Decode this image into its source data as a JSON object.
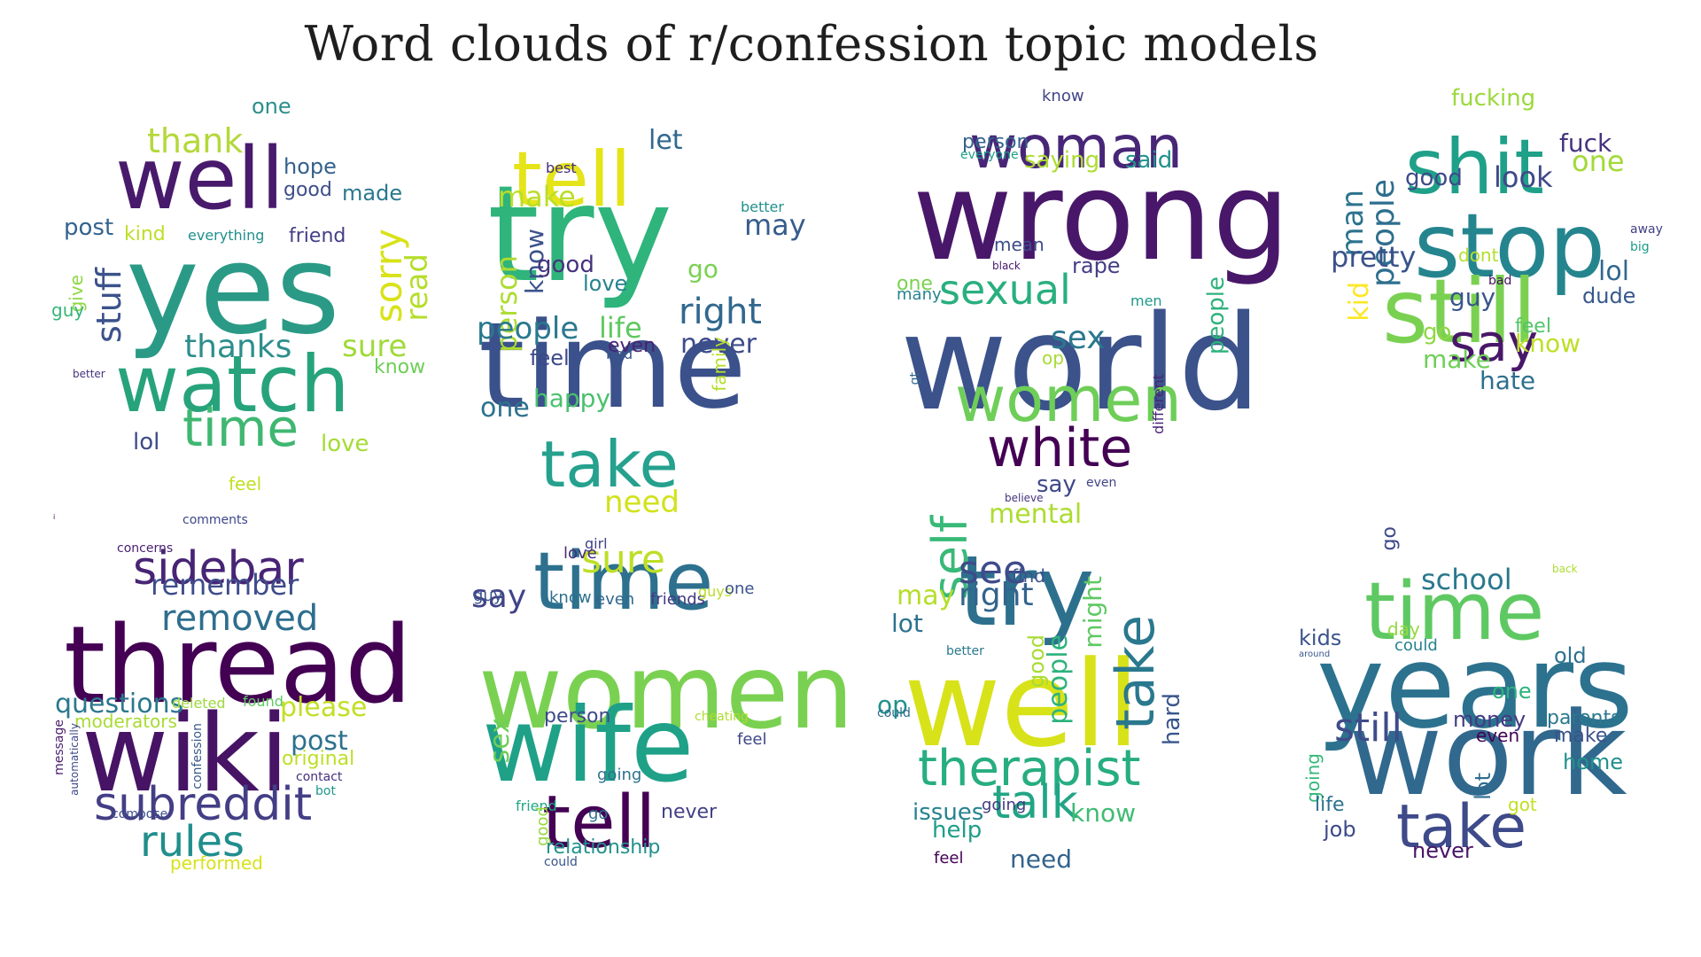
{
  "title": "Word clouds of r/confession topic models",
  "clouds": [
    {
      "words": [
        {
          "t": "yes",
          "c": "#2a9a86"
        },
        {
          "t": "well",
          "c": "#481a6c"
        },
        {
          "t": "watch",
          "c": "#27a37c"
        },
        {
          "t": "time",
          "c": "#3fb771"
        },
        {
          "t": "thank",
          "c": "#b4d83a"
        },
        {
          "t": "one",
          "c": "#2b8f8b"
        },
        {
          "t": "hope",
          "c": "#34618d"
        },
        {
          "t": "good",
          "c": "#3d4e8a"
        },
        {
          "t": "made",
          "c": "#2a788e"
        },
        {
          "t": "post",
          "c": "#33638d"
        },
        {
          "t": "kind",
          "c": "#bddf26"
        },
        {
          "t": "everything",
          "c": "#21908c"
        },
        {
          "t": "friend",
          "c": "#433e85"
        },
        {
          "t": "sorry",
          "c": "#d8e219"
        },
        {
          "t": "read",
          "c": "#b5de2b"
        },
        {
          "t": "stuff",
          "c": "#3b528b"
        },
        {
          "t": "give",
          "c": "#8fd744"
        },
        {
          "t": "guy",
          "c": "#35b779"
        },
        {
          "t": "thanks",
          "c": "#2c8e8c"
        },
        {
          "t": "sure",
          "c": "#a0da39"
        },
        {
          "t": "know",
          "c": "#6ece58"
        },
        {
          "t": "better",
          "c": "#46327e"
        },
        {
          "t": "lol",
          "c": "#3e4a89"
        },
        {
          "t": "love",
          "c": "#a5db36"
        },
        {
          "t": "feel",
          "c": "#c2df23"
        }
      ]
    },
    {
      "words": [
        {
          "t": "try",
          "c": "#2fb47c"
        },
        {
          "t": "tell",
          "c": "#e5e419"
        },
        {
          "t": "time",
          "c": "#3b518b"
        },
        {
          "t": "take",
          "c": "#25a18e"
        },
        {
          "t": "let",
          "c": "#31688e"
        },
        {
          "t": "best",
          "c": "#472f7d"
        },
        {
          "t": "make",
          "c": "#bade28"
        },
        {
          "t": "better",
          "c": "#21918c"
        },
        {
          "t": "may",
          "c": "#365d8d"
        },
        {
          "t": "know",
          "c": "#3b528b"
        },
        {
          "t": "good",
          "c": "#46327e"
        },
        {
          "t": "go",
          "c": "#7ad151"
        },
        {
          "t": "love",
          "c": "#26828e"
        },
        {
          "t": "person",
          "c": "#addc30"
        },
        {
          "t": "right",
          "c": "#31688e"
        },
        {
          "t": "people",
          "c": "#2a788e"
        },
        {
          "t": "life",
          "c": "#5ec962"
        },
        {
          "t": "feel",
          "c": "#3e4989"
        },
        {
          "t": "even",
          "c": "#482374"
        },
        {
          "t": "bad",
          "c": "#38588c"
        },
        {
          "t": "never",
          "c": "#3e4c8a"
        },
        {
          "t": "family",
          "c": "#b5de2b"
        },
        {
          "t": "one",
          "c": "#2c728e"
        },
        {
          "t": "happy",
          "c": "#4ac16d"
        },
        {
          "t": "need",
          "c": "#d2e21b"
        }
      ]
    },
    {
      "words": [
        {
          "t": "wrong",
          "c": "#481769"
        },
        {
          "t": "world",
          "c": "#3b528b"
        },
        {
          "t": "woman",
          "c": "#482677"
        },
        {
          "t": "women",
          "c": "#6ece58"
        },
        {
          "t": "white",
          "c": "#440154"
        },
        {
          "t": "sexual",
          "c": "#29af7f"
        },
        {
          "t": "know",
          "c": "#414487"
        },
        {
          "t": "person",
          "c": "#33638d"
        },
        {
          "t": "everyone",
          "c": "#1fa088"
        },
        {
          "t": "saying",
          "c": "#addc30"
        },
        {
          "t": "said",
          "c": "#21918c"
        },
        {
          "t": "mean",
          "c": "#3e4c8a"
        },
        {
          "t": "black",
          "c": "#48186a"
        },
        {
          "t": "rape",
          "c": "#433e85"
        },
        {
          "t": "one",
          "c": "#7ad151"
        },
        {
          "t": "many",
          "c": "#26828e"
        },
        {
          "t": "men",
          "c": "#1f998a"
        },
        {
          "t": "people",
          "c": "#2db27d"
        },
        {
          "t": "sex",
          "c": "#2a788e"
        },
        {
          "t": "op",
          "c": "#a8db34"
        },
        {
          "t": "gt",
          "c": "#31688e"
        },
        {
          "t": "different",
          "c": "#482475"
        },
        {
          "t": "say",
          "c": "#3f4889"
        },
        {
          "t": "even",
          "c": "#414487"
        },
        {
          "t": "believe",
          "c": "#46337f"
        }
      ]
    },
    {
      "words": [
        {
          "t": "stop",
          "c": "#25858e"
        },
        {
          "t": "shit",
          "c": "#1fa088"
        },
        {
          "t": "still",
          "c": "#7ad151"
        },
        {
          "t": "say",
          "c": "#481769"
        },
        {
          "t": "fucking",
          "c": "#9bd93c"
        },
        {
          "t": "fuck",
          "c": "#46337f"
        },
        {
          "t": "one",
          "c": "#a2da37"
        },
        {
          "t": "good",
          "c": "#3e4989"
        },
        {
          "t": "look",
          "c": "#3e4a89"
        },
        {
          "t": "people",
          "c": "#2e6e8e"
        },
        {
          "t": "man",
          "c": "#2c738e"
        },
        {
          "t": "pretty",
          "c": "#3b528b"
        },
        {
          "t": "dont",
          "c": "#b5de2b"
        },
        {
          "t": "away",
          "c": "#424086"
        },
        {
          "t": "big",
          "c": "#1e9c89"
        },
        {
          "t": "kid",
          "c": "#fde725"
        },
        {
          "t": "lol",
          "c": "#31688e"
        },
        {
          "t": "dude",
          "c": "#38588c"
        },
        {
          "t": "guy",
          "c": "#39568c"
        },
        {
          "t": "bad",
          "c": "#471063"
        },
        {
          "t": "go",
          "c": "#8fd744"
        },
        {
          "t": "feel",
          "c": "#52c569"
        },
        {
          "t": "know",
          "c": "#bddf26"
        },
        {
          "t": "make",
          "c": "#6ece58"
        },
        {
          "t": "hate",
          "c": "#2d708e"
        }
      ]
    },
    {
      "words": [
        {
          "t": "thread",
          "c": "#440154"
        },
        {
          "t": "wiki",
          "c": "#471365"
        },
        {
          "t": "sidebar",
          "c": "#482475"
        },
        {
          "t": "subreddit",
          "c": "#433e85"
        },
        {
          "t": "rules",
          "c": "#218e8d"
        },
        {
          "t": "removed",
          "c": "#2e6e8e"
        },
        {
          "t": "remember",
          "c": "#3e4c8a"
        },
        {
          "t": "comments",
          "c": "#3f4788"
        },
        {
          "t": "concerns",
          "c": "#481f70"
        },
        {
          "t": "questions",
          "c": "#2a788e"
        },
        {
          "t": "deleted",
          "c": "#9bd93c"
        },
        {
          "t": "found",
          "c": "#5ec962"
        },
        {
          "t": "please",
          "c": "#c2df23"
        },
        {
          "t": "moderators",
          "c": "#a8db34"
        },
        {
          "t": "post",
          "c": "#2d718e"
        },
        {
          "t": "original",
          "c": "#bddf26"
        },
        {
          "t": "message",
          "c": "#481c6e"
        },
        {
          "t": "automatically",
          "c": "#3e4989"
        },
        {
          "t": "confession",
          "c": "#38588c"
        },
        {
          "t": "contact",
          "c": "#46307e"
        },
        {
          "t": "bot",
          "c": "#1f968b"
        },
        {
          "t": "compose",
          "c": "#3d4e8a"
        },
        {
          "t": "performed",
          "c": "#d8e219"
        },
        {
          "t": "i",
          "c": "#440154"
        }
      ]
    },
    {
      "words": [
        {
          "t": "women",
          "c": "#7ad151"
        },
        {
          "t": "wife",
          "c": "#1fa188"
        },
        {
          "t": "time",
          "c": "#2d718e"
        },
        {
          "t": "tell",
          "c": "#440154"
        },
        {
          "t": "sure",
          "c": "#bddf26"
        },
        {
          "t": "say",
          "c": "#414487"
        },
        {
          "t": "girl",
          "c": "#414487"
        },
        {
          "t": "love",
          "c": "#472c7a"
        },
        {
          "t": "guy",
          "c": "#3b528b"
        },
        {
          "t": "know",
          "c": "#2d708e"
        },
        {
          "t": "even",
          "c": "#31688e"
        },
        {
          "t": "friends",
          "c": "#443a83"
        },
        {
          "t": "guys",
          "c": "#b8de29"
        },
        {
          "t": "one",
          "c": "#3b528b"
        },
        {
          "t": "sex",
          "c": "#6ece58"
        },
        {
          "t": "person",
          "c": "#3e4a89"
        },
        {
          "t": "cheating",
          "c": "#addc30"
        },
        {
          "t": "feel",
          "c": "#3f4788"
        },
        {
          "t": "going",
          "c": "#2c728e"
        },
        {
          "t": "friend",
          "c": "#22a785"
        },
        {
          "t": "good",
          "c": "#95d840"
        },
        {
          "t": "go",
          "c": "#2e6f8e"
        },
        {
          "t": "never",
          "c": "#424186"
        },
        {
          "t": "relationship",
          "c": "#21918c"
        },
        {
          "t": "could",
          "c": "#39568c"
        }
      ]
    },
    {
      "words": [
        {
          "t": "try",
          "c": "#2d708e"
        },
        {
          "t": "well",
          "c": "#d8e219"
        },
        {
          "t": "self",
          "c": "#38b977"
        },
        {
          "t": "therapist",
          "c": "#27ad81"
        },
        {
          "t": "talk",
          "c": "#21a585"
        },
        {
          "t": "take",
          "c": "#2a788e"
        },
        {
          "t": "see",
          "c": "#3e4c8a"
        },
        {
          "t": "right",
          "c": "#33638d"
        },
        {
          "t": "mental",
          "c": "#addc30"
        },
        {
          "t": "find",
          "c": "#3b528b"
        },
        {
          "t": "might",
          "c": "#5ec962"
        },
        {
          "t": "may",
          "c": "#b5de2b"
        },
        {
          "t": "lot",
          "c": "#2c728e"
        },
        {
          "t": "better",
          "c": "#2a788e"
        },
        {
          "t": "good",
          "c": "#a8db34"
        },
        {
          "t": "people",
          "c": "#2db27d"
        },
        {
          "t": "op",
          "c": "#21918c"
        },
        {
          "t": "could",
          "c": "#31688e"
        },
        {
          "t": "hard",
          "c": "#39568c"
        },
        {
          "t": "issues",
          "c": "#26828e"
        },
        {
          "t": "going",
          "c": "#443a83"
        },
        {
          "t": "know",
          "c": "#3fbc73"
        },
        {
          "t": "help",
          "c": "#1f9e89"
        },
        {
          "t": "feel",
          "c": "#440154"
        },
        {
          "t": "need",
          "c": "#33638d"
        }
      ]
    },
    {
      "words": [
        {
          "t": "years",
          "c": "#2c728e"
        },
        {
          "t": "work",
          "c": "#31688e"
        },
        {
          "t": "time",
          "c": "#5ec962"
        },
        {
          "t": "take",
          "c": "#3e4a89"
        },
        {
          "t": "school",
          "c": "#2a788e"
        },
        {
          "t": "go",
          "c": "#3e4a89"
        },
        {
          "t": "back",
          "c": "#addc30"
        },
        {
          "t": "day",
          "c": "#95d840"
        },
        {
          "t": "kids",
          "c": "#3b528b"
        },
        {
          "t": "around",
          "c": "#39568c"
        },
        {
          "t": "could",
          "c": "#26828e"
        },
        {
          "t": "old",
          "c": "#2d718e"
        },
        {
          "t": "one",
          "c": "#2db27d"
        },
        {
          "t": "still",
          "c": "#3e4c8a"
        },
        {
          "t": "money",
          "c": "#443a83"
        },
        {
          "t": "even",
          "c": "#440154"
        },
        {
          "t": "parents",
          "c": "#2a788e"
        },
        {
          "t": "make",
          "c": "#3b528b"
        },
        {
          "t": "going",
          "c": "#35b779"
        },
        {
          "t": "lot",
          "c": "#2e6e8e"
        },
        {
          "t": "home",
          "c": "#21918c"
        },
        {
          "t": "life",
          "c": "#2c728e"
        },
        {
          "t": "got",
          "c": "#c2df23"
        },
        {
          "t": "job",
          "c": "#3e4a89"
        },
        {
          "t": "never",
          "c": "#481668"
        }
      ]
    }
  ]
}
